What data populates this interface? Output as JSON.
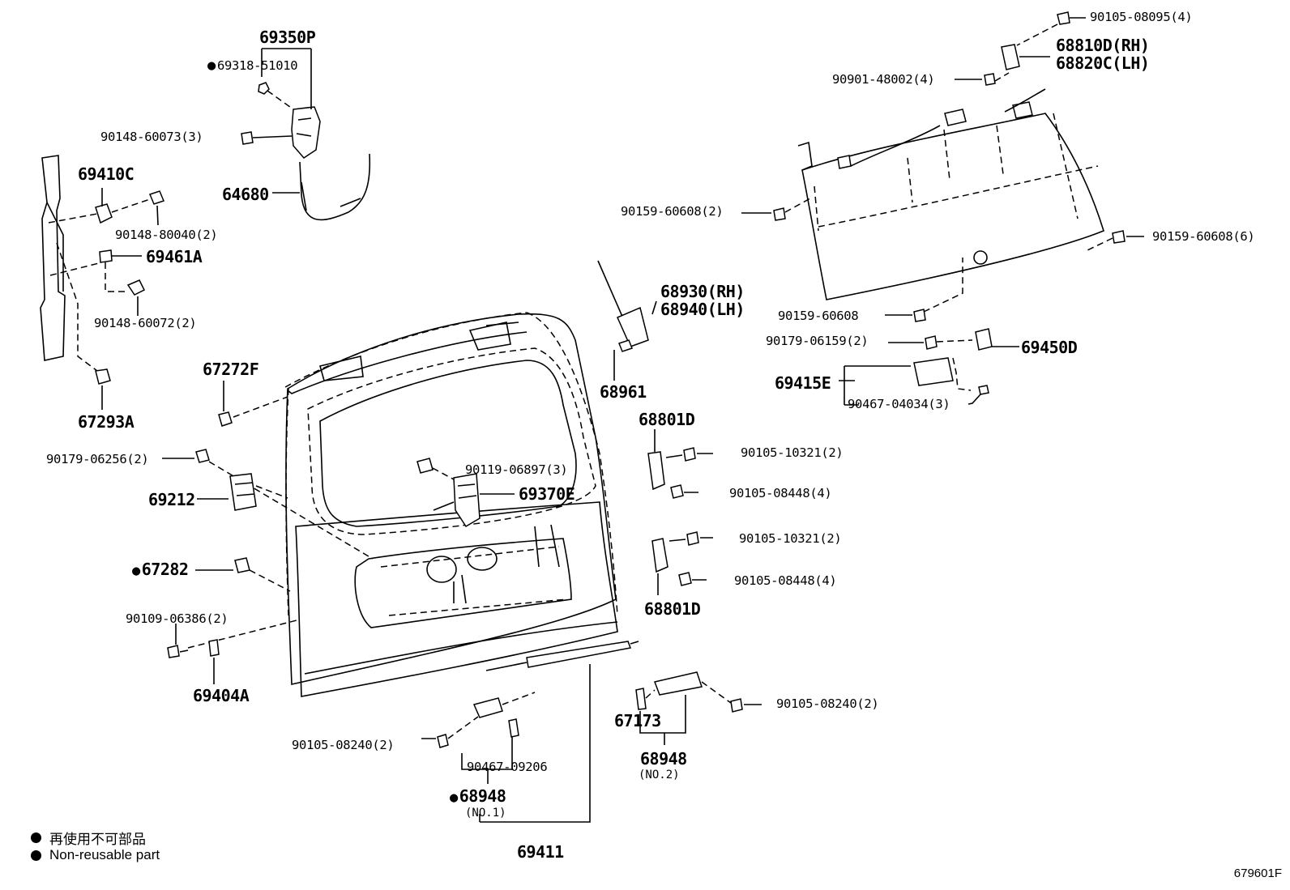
{
  "labels": {
    "p69350P": "69350P",
    "p69318": "69318-51010",
    "p90148_60073": "90148-60073(3)",
    "p64680": "64680",
    "p69410C": "69410C",
    "p90148_80040": "90148-80040(2)",
    "p69461A": "69461A",
    "p90148_60072": "90148-60072(2)",
    "p67293A": "67293A",
    "p67272F": "67272F",
    "p90179_06256": "90179-06256(2)",
    "p69212": "69212",
    "p67282": "67282",
    "p90109_06386": "90109-06386(2)",
    "p69404A": "69404A",
    "p90119_06897": "90119-06897(3)",
    "p69370E": "69370E",
    "p68930": "68930(RH)",
    "p68940": "68940(LH)",
    "p68961": "68961",
    "p68801D_top": "68801D",
    "p90105_10321_a": "90105-10321(2)",
    "p90105_08448_a": "90105-08448(4)",
    "p90105_10321_b": "90105-10321(2)",
    "p90105_08448_b": "90105-08448(4)",
    "p68801D_bottom": "68801D",
    "p90105_08240_right": "90105-08240(2)",
    "p67173": "67173",
    "p68948_no2": "68948",
    "p68948_no2_sub": "(NO.2)",
    "p90105_08240_left": "90105-08240(2)",
    "p90467_09206": "90467-09206",
    "p68948_no1": "68948",
    "p68948_no1_sub": "(NO.1)",
    "p69411": "69411",
    "p90105_08095": "90105-08095(4)",
    "p68810D": "68810D(RH)",
    "p68820C": "68820C(LH)",
    "p90901_48002": "90901-48002(4)",
    "p90159_60608_2": "90159-60608(2)",
    "p90159_60608_6": "90159-60608(6)",
    "p90159_60608": "90159-60608",
    "p90179_06159": "90179-06159(2)",
    "p69450D": "69450D",
    "p69415E": "69415E",
    "p90467_04034": "90467-04034(3)"
  },
  "legend": {
    "japanese": "再使用不可部品",
    "english": "Non-reusable part"
  },
  "diagram_code": "679601F"
}
